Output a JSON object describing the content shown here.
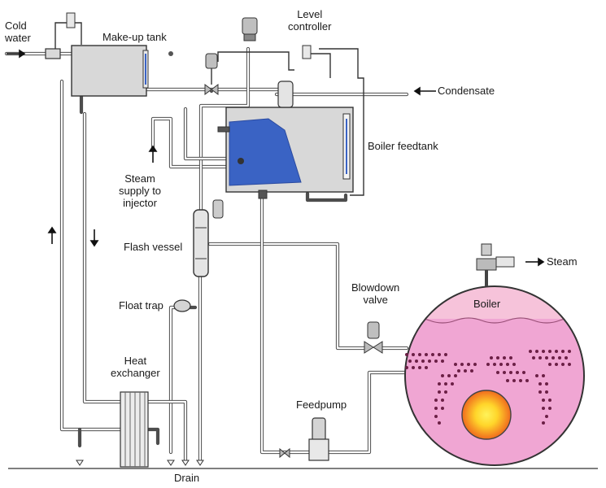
{
  "labels": {
    "cold_water_line1": "Cold",
    "cold_water_line2": "water",
    "makeup_tank": "Make-up tank",
    "level_controller_line1": "Level",
    "level_controller_line2": "controller",
    "condensate": "Condensate",
    "boiler_feedtank": "Boiler feedtank",
    "steam_supply_line1": "Steam",
    "steam_supply_line2": "supply to",
    "steam_supply_line3": "injector",
    "flash_vessel": "Flash vessel",
    "steam": "Steam",
    "float_trap": "Float trap",
    "blowdown_valve_line1": "Blowdown",
    "blowdown_valve_line2": "valve",
    "boiler": "Boiler",
    "heat_exchanger_line1": "Heat",
    "heat_exchanger_line2": "exchanger",
    "feedpump": "Feedpump",
    "drain": "Drain"
  },
  "colors": {
    "pipe": "#4d4d4d",
    "tank_fill": "#d8d8d8",
    "water_blue": "#3a63c4",
    "boiler_steam": "#f6c3da",
    "boiler_water": "#f0a6d3",
    "burner_outer": "#f06a1e",
    "burner_inner": "#ffe93a"
  }
}
